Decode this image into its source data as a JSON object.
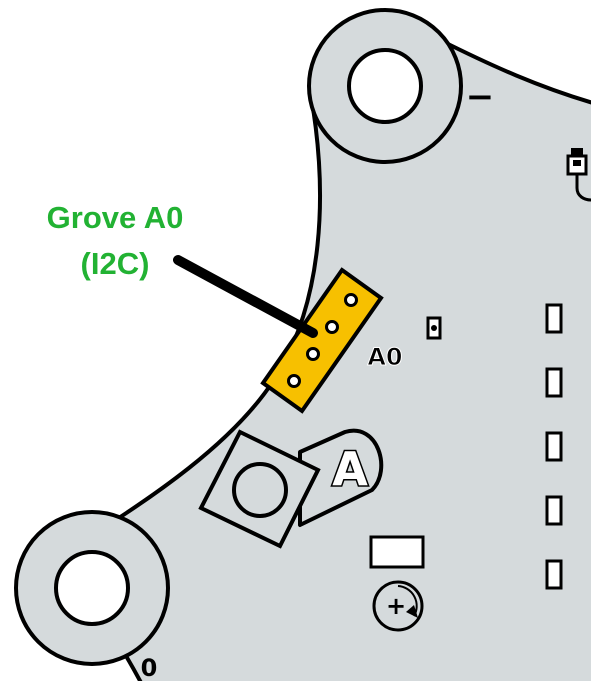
{
  "callout": {
    "line1": "Grove A0",
    "line2": "(I2C)",
    "color": "#22b233"
  },
  "board": {
    "fill": "#d5dadc",
    "outline": "#000000"
  },
  "connector": {
    "fill": "#f7c000",
    "pin_count": 4
  },
  "labels": {
    "port": "A0",
    "button": "A",
    "corner": "0",
    "minus": "−",
    "plus": "+"
  },
  "leds": {
    "count": 5
  },
  "icons": [
    "usb-icon",
    "reset-dial-icon"
  ]
}
